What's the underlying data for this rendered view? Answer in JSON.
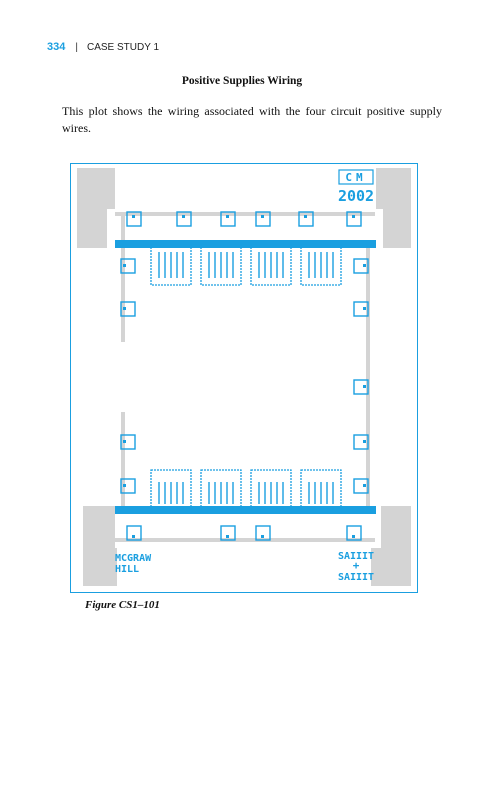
{
  "header": {
    "page_number": "334",
    "separator": "|",
    "running_title": "CASE STUDY 1"
  },
  "section": {
    "title": "Positive Supplies Wiring"
  },
  "body": {
    "paragraph": "This plot shows the wiring associated with the four circuit positive supply wires."
  },
  "figure": {
    "top_right_logo": "CM",
    "top_right_year": "2002",
    "bottom_left_line1": "MCGRAW",
    "bottom_left_line2": "HILL",
    "bottom_right_line1": "SAIIIT",
    "bottom_right_line2": "+",
    "bottom_right_line3": "SAIIIT",
    "caption": "Figure CS1–101",
    "colors": {
      "wire_blue": "#1a9fe0",
      "pad_gray": "#d4d4d4",
      "frame_blue": "#1a9fe0"
    }
  }
}
